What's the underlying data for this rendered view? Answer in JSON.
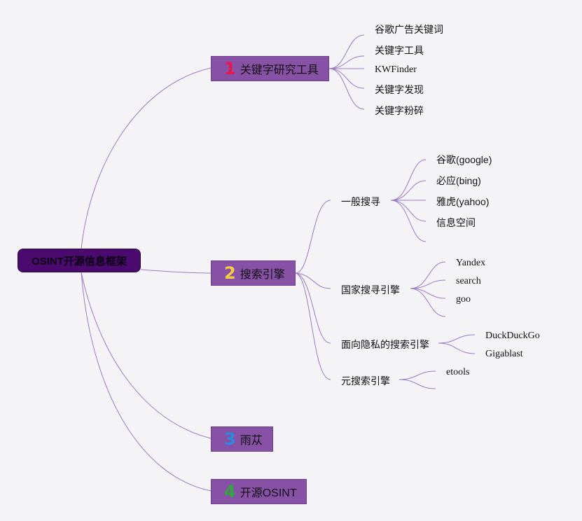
{
  "root": {
    "label": "OSINT开源信息框架"
  },
  "branches": [
    {
      "number": "1",
      "number_color": "#e8184d",
      "label": "关键字研究工具",
      "children": [
        "谷歌广告关键词",
        "关键字工具",
        "KWFinder",
        "关键字发现",
        "关键字粉碎"
      ]
    },
    {
      "number": "2",
      "number_color": "#f4cf3f",
      "label": "搜索引擎",
      "groups": [
        {
          "label": "一般搜寻",
          "children": [
            "谷歌(google)",
            "必应(bing)",
            "雅虎(yahoo)",
            "信息空间"
          ]
        },
        {
          "label": "国家搜寻引擎",
          "children": [
            "Yandex",
            "search",
            "goo"
          ]
        },
        {
          "label": "面向隐私的搜索引擎",
          "children": [
            "DuckDuckGo",
            "Gigablast"
          ]
        },
        {
          "label": "元搜索引擎",
          "children": [
            "etools"
          ]
        }
      ]
    },
    {
      "number": "3",
      "number_color": "#2a8ce0",
      "label": "雨苁"
    },
    {
      "number": "4",
      "number_color": "#2ea83a",
      "label": "开源OSINT"
    }
  ],
  "colors": {
    "line": "#9b79c6",
    "root_fill": "#4a0a6e",
    "branch_fill": "#8751a6"
  }
}
